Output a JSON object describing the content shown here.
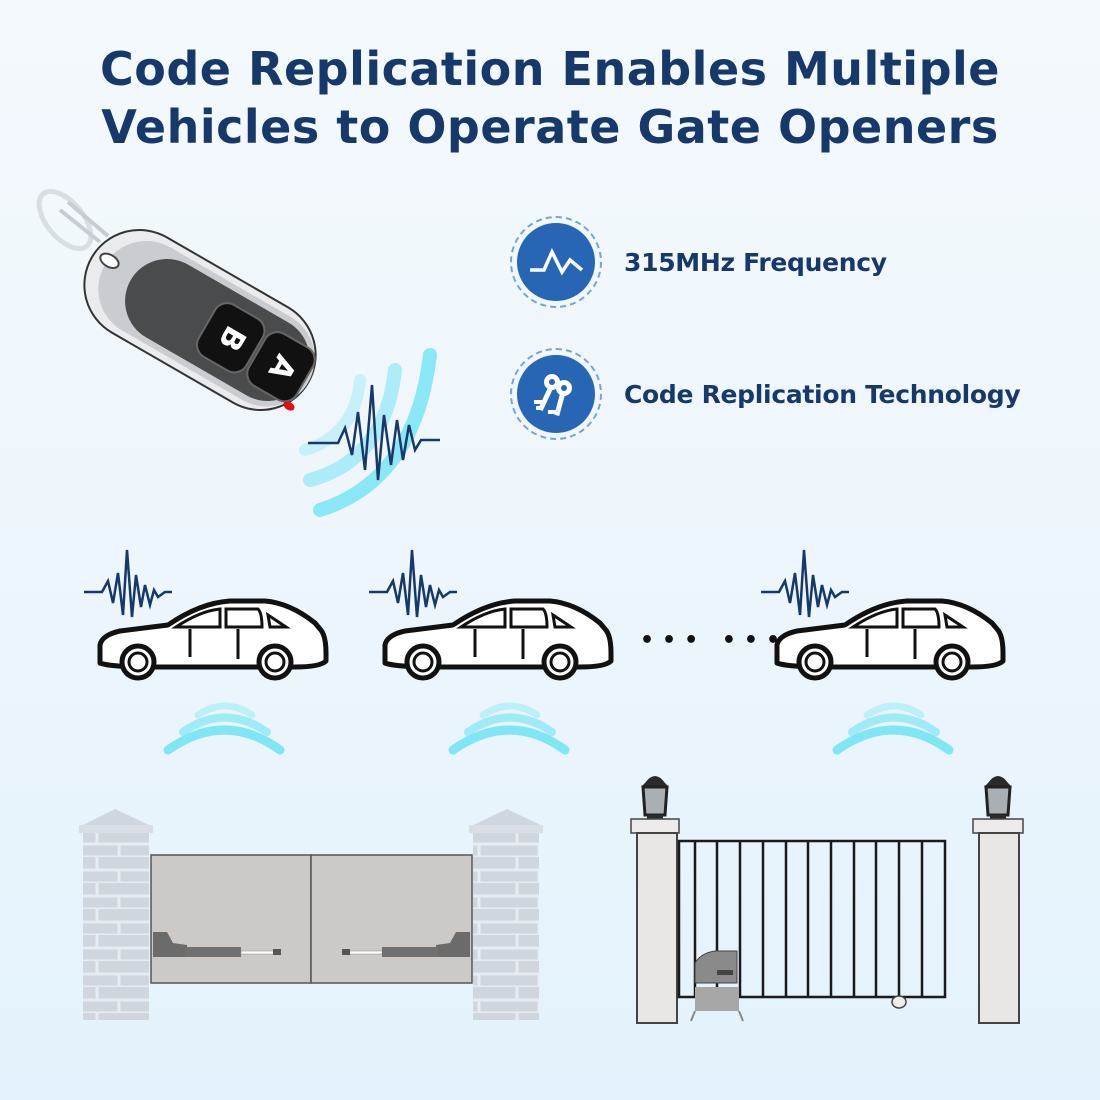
{
  "title": {
    "line1": "Code Replication Enables Multiple",
    "line2": "Vehicles to Operate Gate Openers"
  },
  "features": [
    {
      "icon": "frequency-wave-icon",
      "label": "315MHz Frequency"
    },
    {
      "icon": "keys-icon",
      "label": "Code Replication Technology"
    }
  ],
  "remote": {
    "buttons": [
      "B",
      "A"
    ],
    "led_color": "#e01010"
  },
  "vehicles": {
    "count_shown": 3,
    "ellipsis": "••• •••"
  },
  "gates": [
    {
      "type": "swing-gate",
      "description": "Dual swing gate with brick pillars and arm openers"
    },
    {
      "type": "sliding-gate",
      "description": "Sliding gate with lamp pillars and sliding opener motor"
    }
  ],
  "colors": {
    "title": "#17386a",
    "badge": "#2766b4",
    "signal_wave": "#7ee6f5",
    "waveform": "#17386a"
  }
}
